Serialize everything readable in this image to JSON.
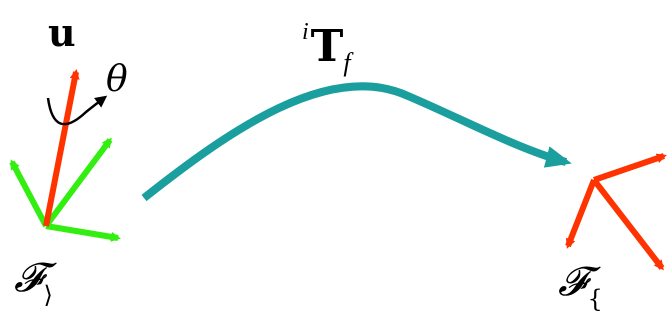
{
  "labels": {
    "axis_symbol": "u",
    "angle_symbol": "θ",
    "transform_superscript": "i",
    "transform_symbol": "T",
    "transform_subscript": "f",
    "initial_frame_symbol": "𝓕",
    "initial_frame_subscript": "⟩",
    "final_frame_symbol": "𝓕",
    "final_frame_subscript": "{"
  },
  "colors": {
    "rotation_axis": "#ff3300",
    "initial_frame": "#33ee11",
    "final_frame": "#ff3300",
    "transform_arc": "#1a9e9e",
    "rotation_arrow": "#000000",
    "text": "#000000"
  }
}
